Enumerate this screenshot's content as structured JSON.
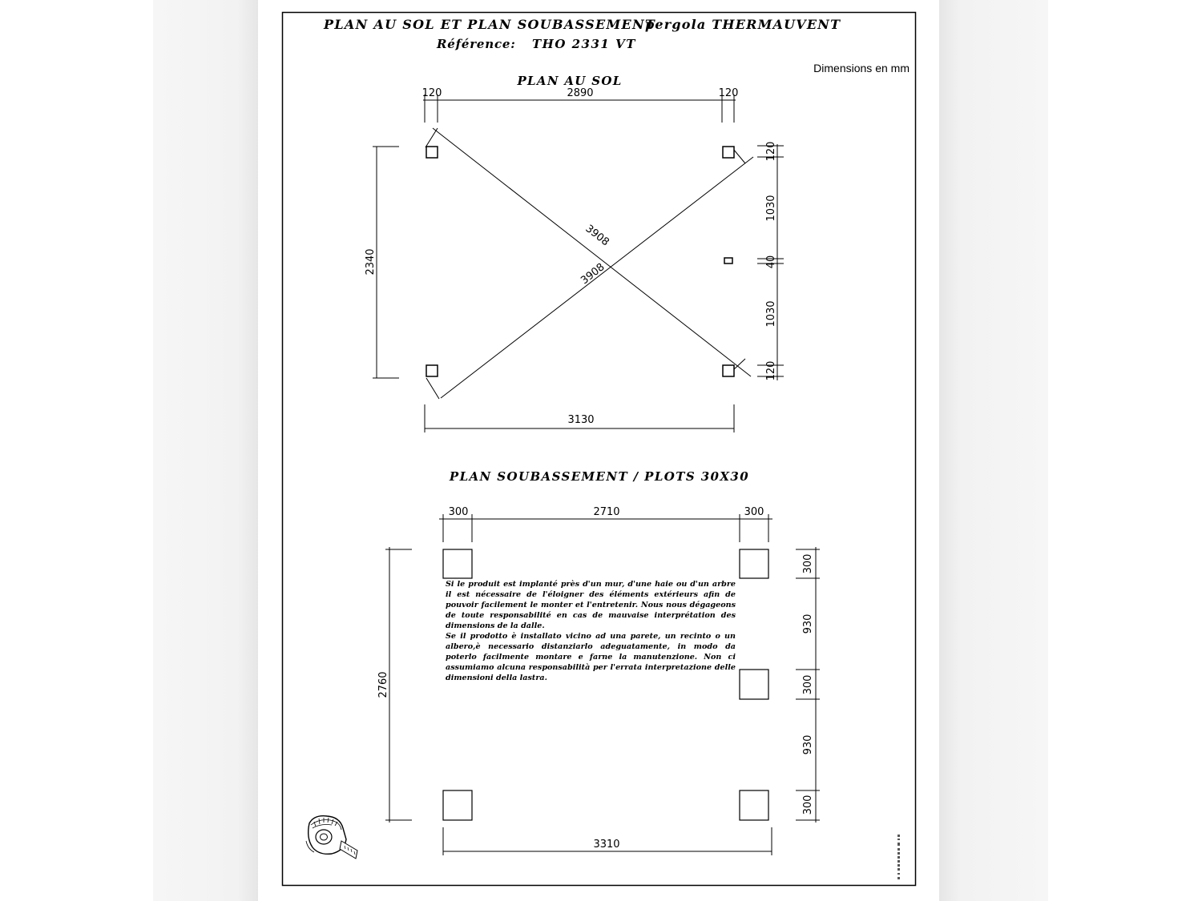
{
  "header": {
    "title": "PLAN AU SOL ET PLAN SOUBASSEMENT",
    "title_product": "pergola THERMAUVENT",
    "reference_label": "Référence:",
    "reference_value": "THO 2331 VT",
    "units": "Dimensions en mm"
  },
  "plan_au_sol": {
    "title": "PLAN AU SOL",
    "top_dims": [
      "120",
      "2890",
      "120"
    ],
    "left_dim": "2340",
    "right_dims": [
      "120",
      "1030",
      "40",
      "1030",
      "120"
    ],
    "diagonals": [
      "3908",
      "3908"
    ],
    "bottom_dim": "3130"
  },
  "plan_soubassement": {
    "title": "PLAN SOUBASSEMENT / PLOTS 30X30",
    "top_dims": [
      "300",
      "2710",
      "300"
    ],
    "left_dim": "2760",
    "right_dims": [
      "300",
      "930",
      "300",
      "930",
      "300"
    ],
    "bottom_dim": "3310",
    "note_fr": "Si le produit est implanté près d'un mur, d'une haie ou d'un arbre il est nécessaire de l'éloigner des éléments extérieurs afin de pouvoir facilement le monter et l'entretenir. Nous nous dégageons de toute responsabilité en cas de mauvaise interprétation des dimensions de la dalle.",
    "note_it": "Se il prodotto è installato vicino ad una parete, un recinto o un albero,è necessario distanziarlo adeguatamente, in modo da poterlo facilmente montare e farne la manutenzione. Non ci assumiamo alcuna responsabilità per l'errata interpretazione delle dimensioni della lastra."
  },
  "colors": {
    "ink": "#000000",
    "page": "#ffffff",
    "margin": "#f4f4f4"
  },
  "icons": [
    "tape-measure-icon"
  ]
}
